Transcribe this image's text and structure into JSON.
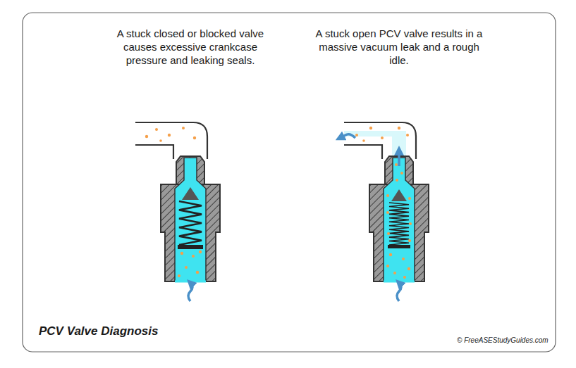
{
  "diagram": {
    "title": "PCV Valve Diagnosis",
    "labels": [
      "A stuck closed or blocked valve causes excessive crankcase pressure and leaking seals.",
      "A stuck open PCV valve results in a massive vacuum leak and a rough idle.",
      "© FreeASEStudyGuides.com"
    ]
  }
}
